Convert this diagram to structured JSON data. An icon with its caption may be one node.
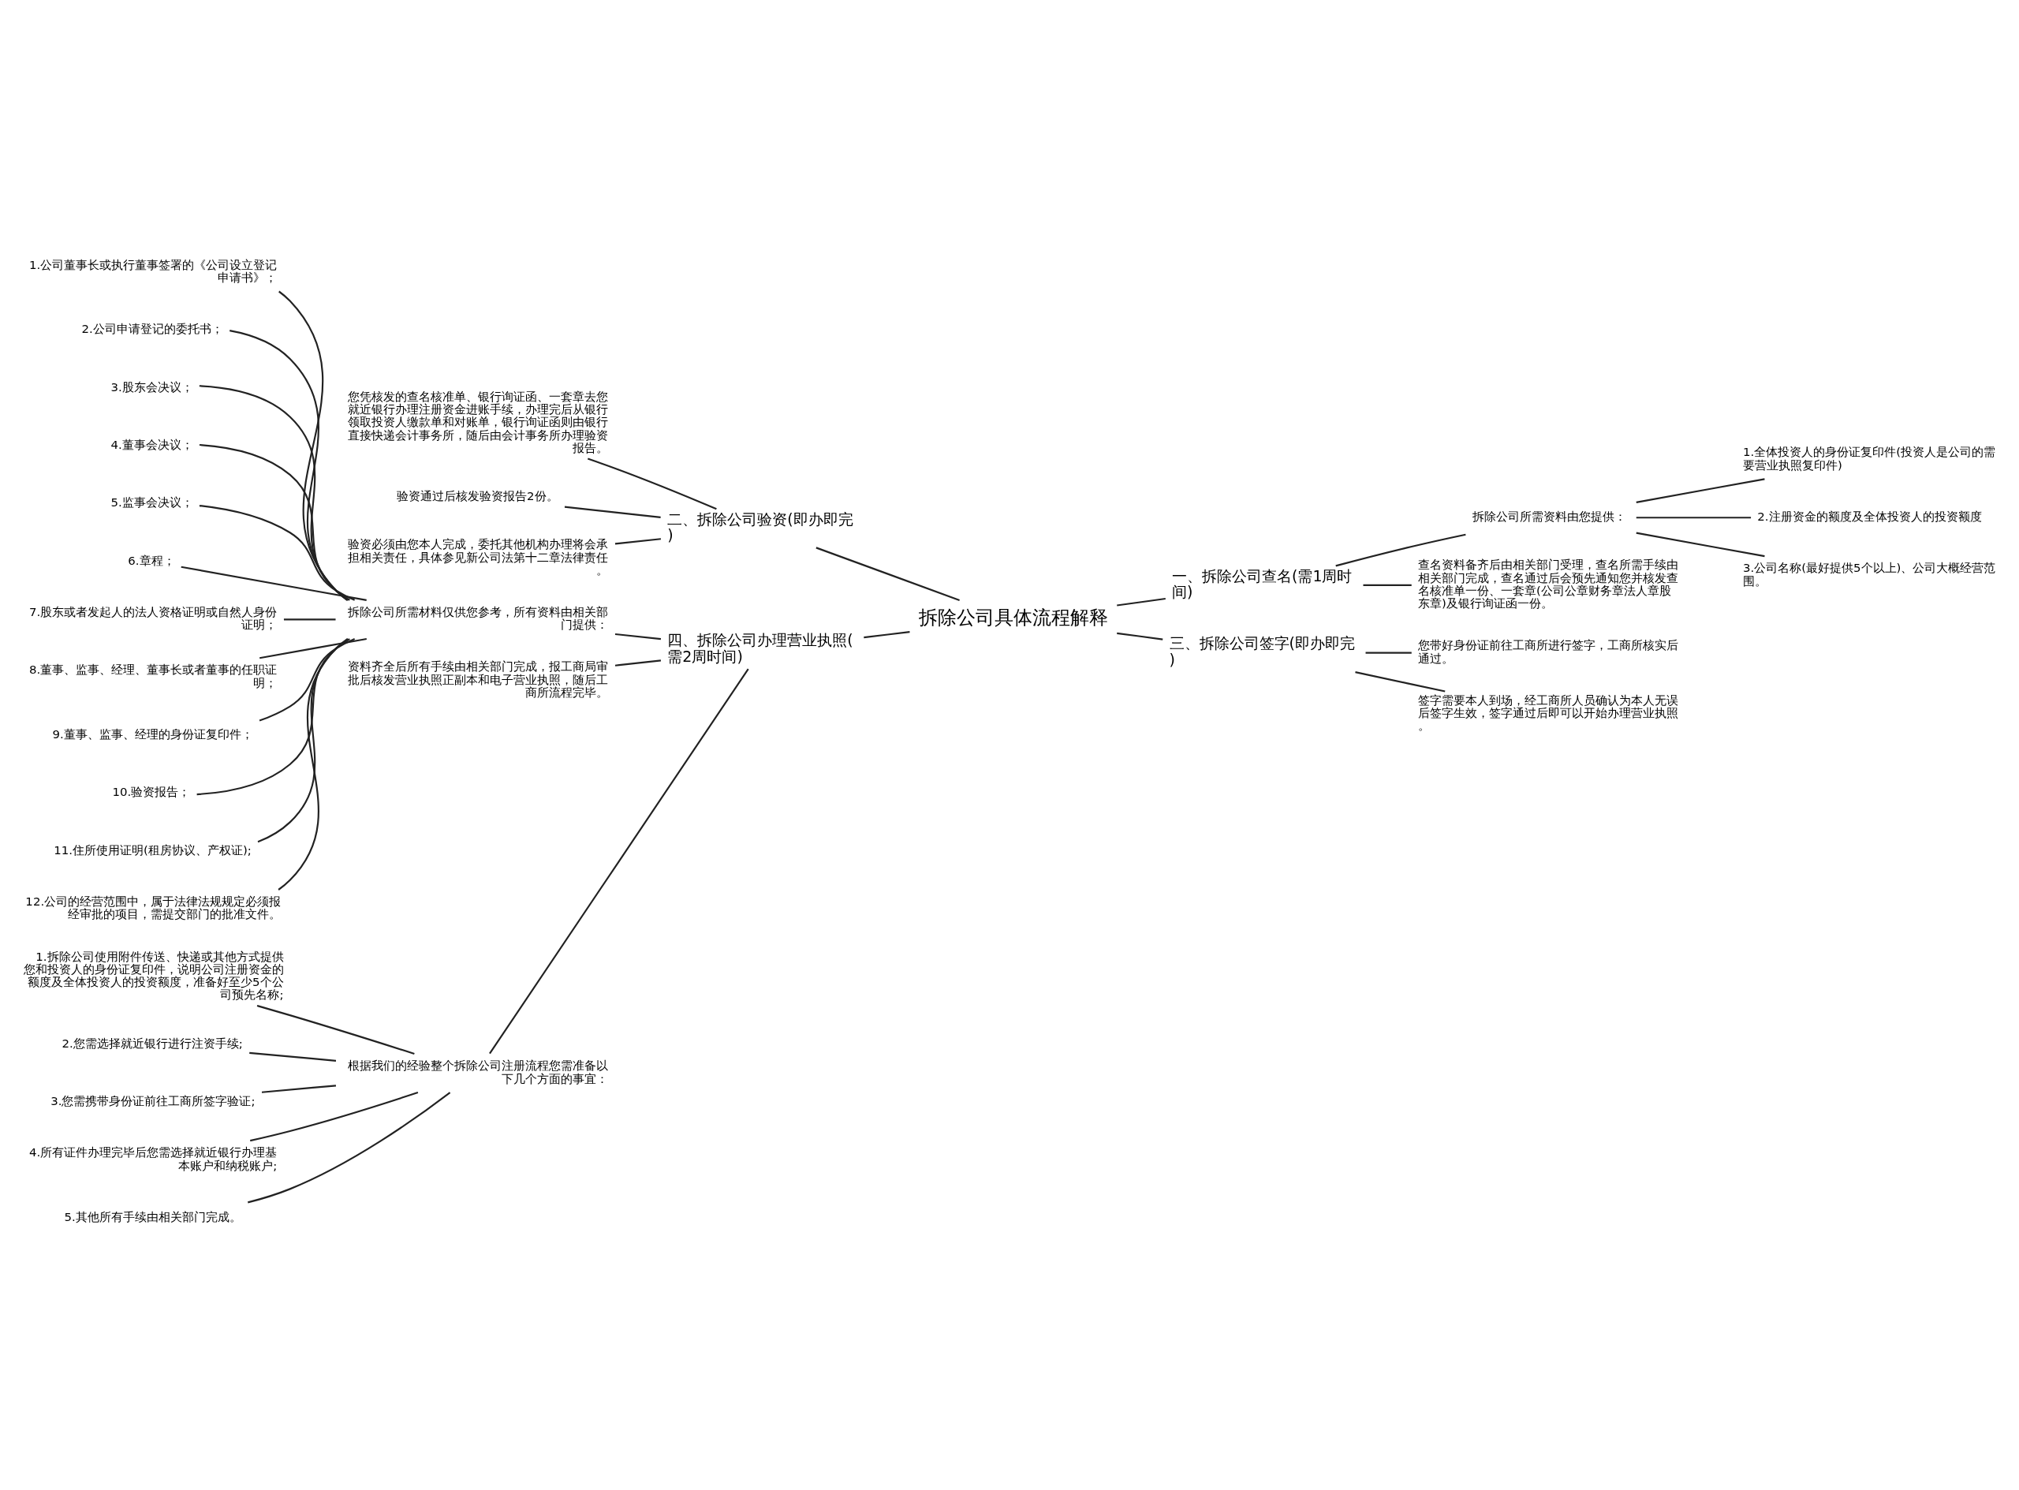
{
  "diagram": {
    "nodes": [
      {
        "text": [
          "拆除公司具体流程解释"
        ]
      },
      {
        "text": [
          "一、拆除公司查名(需1周时间)"
        ]
      },
      {
        "text": [
          "拆除公司所需资料由您提供："
        ]
      },
      {
        "text": [
          "1.全体投资人的身份证复印件(投资人是公司的需要营业执照复印件)"
        ]
      },
      {
        "text": [
          "2.注册资金的额度及全体投资人的投资额度"
        ]
      },
      {
        "text": [
          "3.公司名称(最好提供5个以上)、公司大概经营范围。"
        ]
      },
      {
        "text": [
          "查名资料备齐后由相关部门受理，查名所需手续由相关部门完成，查名通过后会预先通知您并核发查名核准单一份、一套章(公司公章财务章法人章股东章)及银行询证函一份。"
        ]
      },
      {
        "text": [
          "二、拆除公司验资(即办即完)"
        ]
      },
      {
        "text": [
          "您凭核发的查名核准单、银行询证函、一套章去您就近银行办理注册资金进账手续，办理完后从银行领取投资人缴款单和对账单，银行询证函则由银行直接快递会计事务所，随后由会计事务所办理验资报告。"
        ]
      },
      {
        "text": [
          "验资通过后核发验资报告2份。"
        ]
      },
      {
        "text": [
          "验资必须由您本人完成，委托其他机构办理将会承担相关责任，具体参见新公司法第十二章法律责任。"
        ]
      },
      {
        "text": [
          "三、拆除公司签字(即办即完)"
        ]
      },
      {
        "text": [
          "您带好身份证前往工商所进行签字，工商所核实后通过。"
        ]
      },
      {
        "text": [
          "签字需要本人到场，经工商所人员确认为本人无误后签字生效，签字通过后即可以开始办理营业执照。"
        ]
      },
      {
        "text": [
          "四、拆除公司办理营业执照(需2周时间)"
        ]
      },
      {
        "text": [
          "拆除公司所需材料仅供您参考，所有资料由相关部门提供："
        ]
      },
      {
        "text": [
          "1.公司董事长或执行董事签署的《公司设立登记申请书》；"
        ]
      },
      {
        "text": [
          "2.公司申请登记的委托书；"
        ]
      },
      {
        "text": [
          "3.股东会决议；"
        ]
      },
      {
        "text": [
          "4.董事会决议；"
        ]
      },
      {
        "text": [
          "5.监事会决议；"
        ]
      },
      {
        "text": [
          "6.章程；"
        ]
      },
      {
        "text": [
          "7.股东或者发起人的法人资格证明或自然人身份证明；"
        ]
      },
      {
        "text": [
          "8.董事、监事、经理、董事长或者董事的任职证明；"
        ]
      },
      {
        "text": [
          "9.董事、监事、经理的身份证复印件；"
        ]
      },
      {
        "text": [
          "10.验资报告；"
        ]
      },
      {
        "text": [
          "11.住所使用证明(租房协议、产权证);"
        ]
      },
      {
        "text": [
          "12.公司的经营范围中，属于法律法规规定必须报经审批的项目，需提交部门的批准文件。"
        ]
      },
      {
        "text": [
          "资料齐全后所有手续由相关部门完成，报工商局审批后核发营业执照正副本和电子营业执照，随后工商所流程完毕。"
        ]
      },
      {
        "text": [
          "根据我们的经验整个拆除公司注册流程您需准备以下几个方面的事宜："
        ]
      },
      {
        "text": [
          "1.拆除公司使用附件传送、快递或其他方式提供您和投资人的身份证复印件，说明公司注册资金的额度及全体投资人的投资额度，准备好至少5个公司预先名称;"
        ]
      },
      {
        "text": [
          "2.您需选择就近银行进行注资手续;"
        ]
      },
      {
        "text": [
          "3.您需携带身份证前往工商所签字验证;"
        ]
      },
      {
        "text": [
          "4.所有证件办理完毕后您需选择就近银行办理基本账户和纳税账户;"
        ]
      },
      {
        "text": [
          "5.其他所有手续由相关部门完成。"
        ]
      }
    ],
    "edges": [
      {
        "from": 0,
        "to": 1,
        "arrow": "none"
      },
      {
        "from": 1,
        "to": 2,
        "arrow": "none"
      },
      {
        "from": 2,
        "to": 3,
        "arrow": "none"
      },
      {
        "from": 2,
        "to": 4,
        "arrow": "none"
      },
      {
        "from": 2,
        "to": 5,
        "arrow": "none"
      },
      {
        "from": 1,
        "to": 6,
        "arrow": "none"
      },
      {
        "from": 0,
        "to": 7,
        "arrow": "none"
      },
      {
        "from": 7,
        "to": 8,
        "arrow": "none"
      },
      {
        "from": 7,
        "to": 9,
        "arrow": "none"
      },
      {
        "from": 7,
        "to": 10,
        "arrow": "none"
      },
      {
        "from": 0,
        "to": 11,
        "arrow": "none"
      },
      {
        "from": 11,
        "to": 12,
        "arrow": "none"
      },
      {
        "from": 11,
        "to": 13,
        "arrow": "none"
      },
      {
        "from": 0,
        "to": 14,
        "arrow": "none"
      },
      {
        "from": 14,
        "to": 15,
        "arrow": "none"
      },
      {
        "from": 15,
        "to": 16,
        "arrow": "none"
      },
      {
        "from": 15,
        "to": 17,
        "arrow": "none"
      },
      {
        "from": 15,
        "to": 18,
        "arrow": "none"
      },
      {
        "from": 15,
        "to": 19,
        "arrow": "none"
      },
      {
        "from": 15,
        "to": 20,
        "arrow": "none"
      },
      {
        "from": 15,
        "to": 21,
        "arrow": "none"
      },
      {
        "from": 15,
        "to": 22,
        "arrow": "none"
      },
      {
        "from": 15,
        "to": 23,
        "arrow": "none"
      },
      {
        "from": 15,
        "to": 24,
        "arrow": "none"
      },
      {
        "from": 15,
        "to": 25,
        "arrow": "none"
      },
      {
        "from": 15,
        "to": 26,
        "arrow": "none"
      },
      {
        "from": 15,
        "to": 27,
        "arrow": "none"
      },
      {
        "from": 14,
        "to": 28,
        "arrow": "none"
      },
      {
        "from": 14,
        "to": 29,
        "arrow": "none"
      },
      {
        "from": 29,
        "to": 30,
        "arrow": "none"
      },
      {
        "from": 29,
        "to": 31,
        "arrow": "none"
      },
      {
        "from": 29,
        "to": 32,
        "arrow": "none"
      },
      {
        "from": 29,
        "to": 33,
        "arrow": "none"
      },
      {
        "from": 29,
        "to": 34,
        "arrow": "none"
      }
    ]
  }
}
